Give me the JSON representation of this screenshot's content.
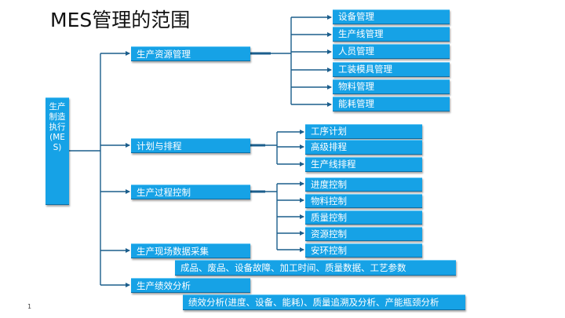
{
  "title": "MES管理的范围",
  "page_number": "1",
  "root": {
    "label": "生产制造执行(MES)"
  },
  "colors": {
    "box_fill": "#16a2e6",
    "connector": "#1b5e8c"
  },
  "branches": [
    {
      "label": "生产资源管理",
      "items": [
        "设备管理",
        "生产线管理",
        "人员管理",
        "工装模具管理",
        "物料管理",
        "能耗管理"
      ]
    },
    {
      "label": "计划与排程",
      "items": [
        "工序计划",
        "高级排程",
        "生产线排程"
      ]
    },
    {
      "label": "生产过程控制",
      "items": [
        "进度控制",
        "物料控制",
        "质量控制",
        "资源控制",
        "安环控制"
      ]
    },
    {
      "label": "生产现场数据采集",
      "detail": "成品、废品、设备故障、加工时间、质量数据、工艺参数"
    },
    {
      "label": "生产绩效分析",
      "detail": "绩效分析(进度、设备、能耗)、质量追溯及分析、产能瓶颈分析"
    }
  ]
}
